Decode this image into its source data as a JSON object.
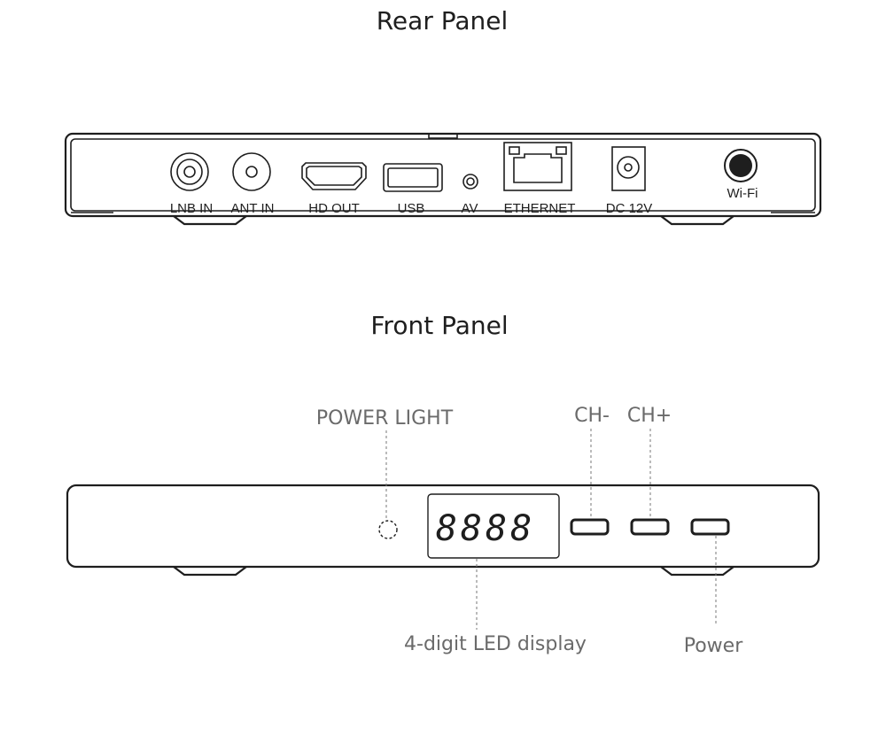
{
  "rear": {
    "title": "Rear Panel",
    "ports": {
      "lnb_in": "LNB IN",
      "ant_in": "ANT IN",
      "hd_out": "HD OUT",
      "usb": "USB",
      "av": "AV",
      "ethernet": "ETHERNET",
      "dc": "DC 12V",
      "wifi": "Wi-Fi"
    }
  },
  "front": {
    "title": "Front Panel",
    "callouts": {
      "power_light": "POWER LIGHT",
      "ch_minus": "CH-",
      "ch_plus": "CH+",
      "led_display": "4-digit LED display",
      "power": "Power"
    },
    "led_value": "8888"
  }
}
